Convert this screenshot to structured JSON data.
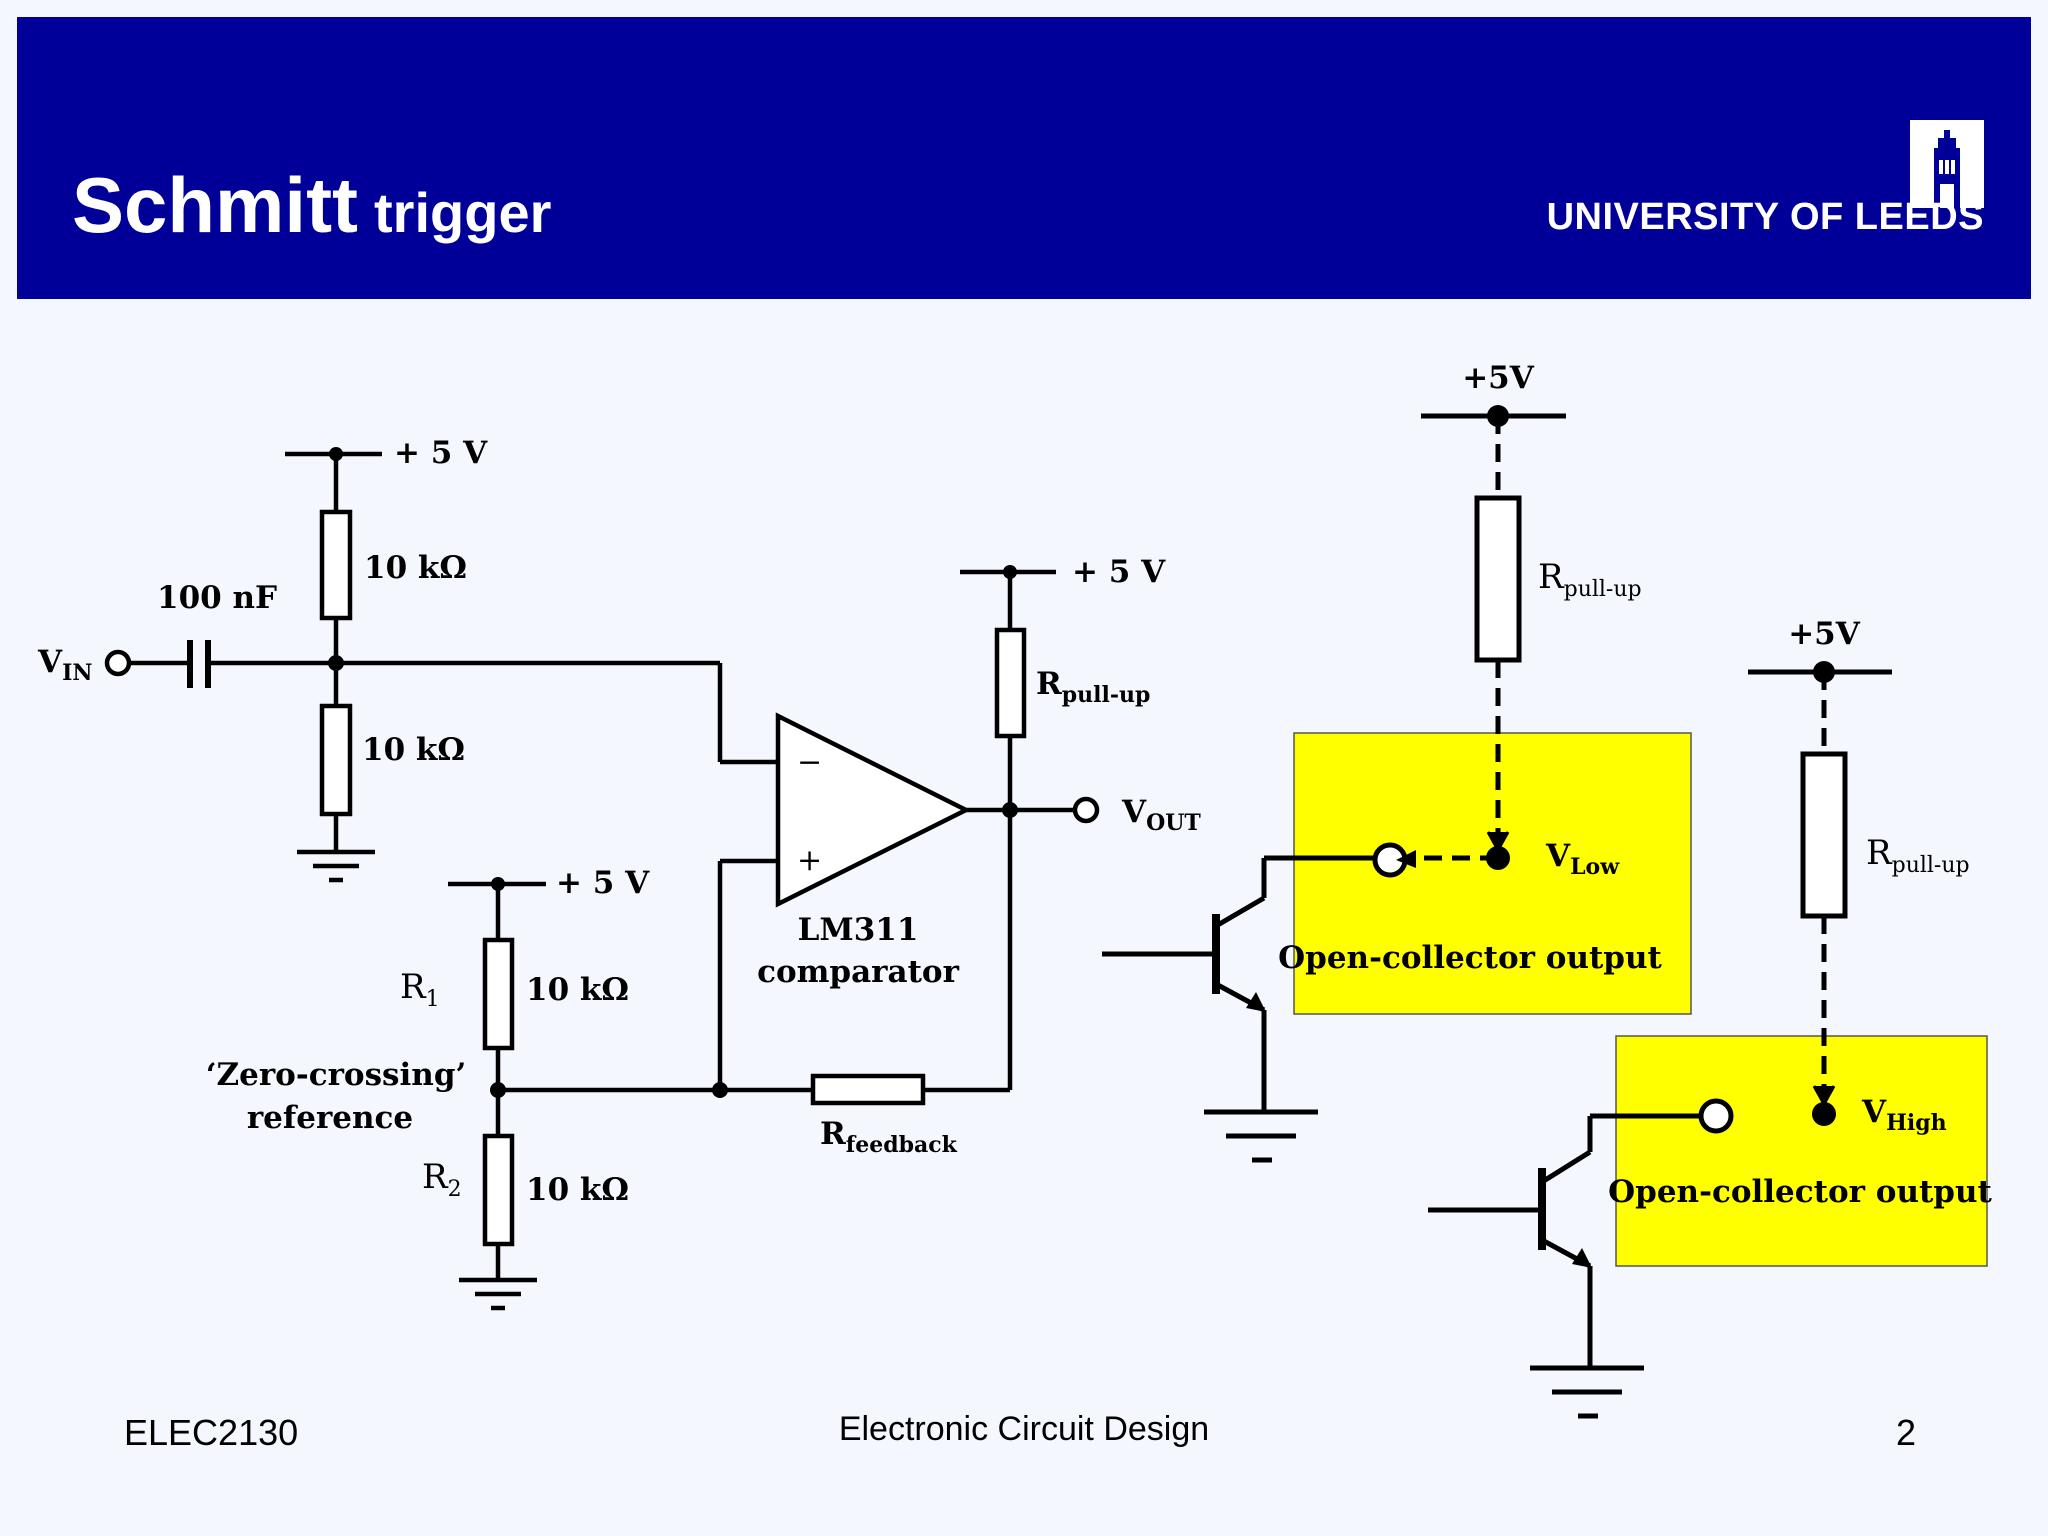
{
  "header": {
    "title_main": "Schmitt",
    "title_rest": "trigger",
    "university": "UNIVERSITY OF LEEDS",
    "bg_color": "#000099",
    "logo_icon": "university-tower-icon"
  },
  "diagram": {
    "vin": {
      "main": "V",
      "sub": "IN"
    },
    "capacitor": "100 nF",
    "supply": "+ 5 V",
    "r_top": "10 kΩ",
    "r_bottom": "10 kΩ",
    "r1": {
      "main": "R",
      "sub": "1",
      "value": "10 kΩ"
    },
    "r2": {
      "main": "R",
      "sub": "2",
      "value": "10 kΩ"
    },
    "zero_crossing_line1": "‘Zero-crossing’",
    "zero_crossing_line2": "reference",
    "opamp_minus": "−",
    "opamp_plus": "+",
    "comparator_line1": "LM311",
    "comparator_line2": "comparator",
    "rpullup": {
      "main": "R",
      "sub": "pull-up"
    },
    "rfeedback": {
      "main": "R",
      "sub": "feedback"
    },
    "vout": {
      "main": "V",
      "sub": "OUT"
    },
    "oc_low": {
      "supply": "+5V",
      "r_main": "R",
      "r_sub": "pull-up",
      "v_main": "V",
      "v_sub": "Low",
      "box_label": "Open-collector output"
    },
    "oc_high": {
      "supply": "+5V",
      "r_main": "R",
      "r_sub": "pull-up",
      "v_main": "V",
      "v_sub": "High",
      "box_label": "Open-collector output"
    },
    "box_color": "#ffff00"
  },
  "footer": {
    "course": "ELEC2130",
    "module": "Electronic Circuit Design",
    "page": "2"
  }
}
